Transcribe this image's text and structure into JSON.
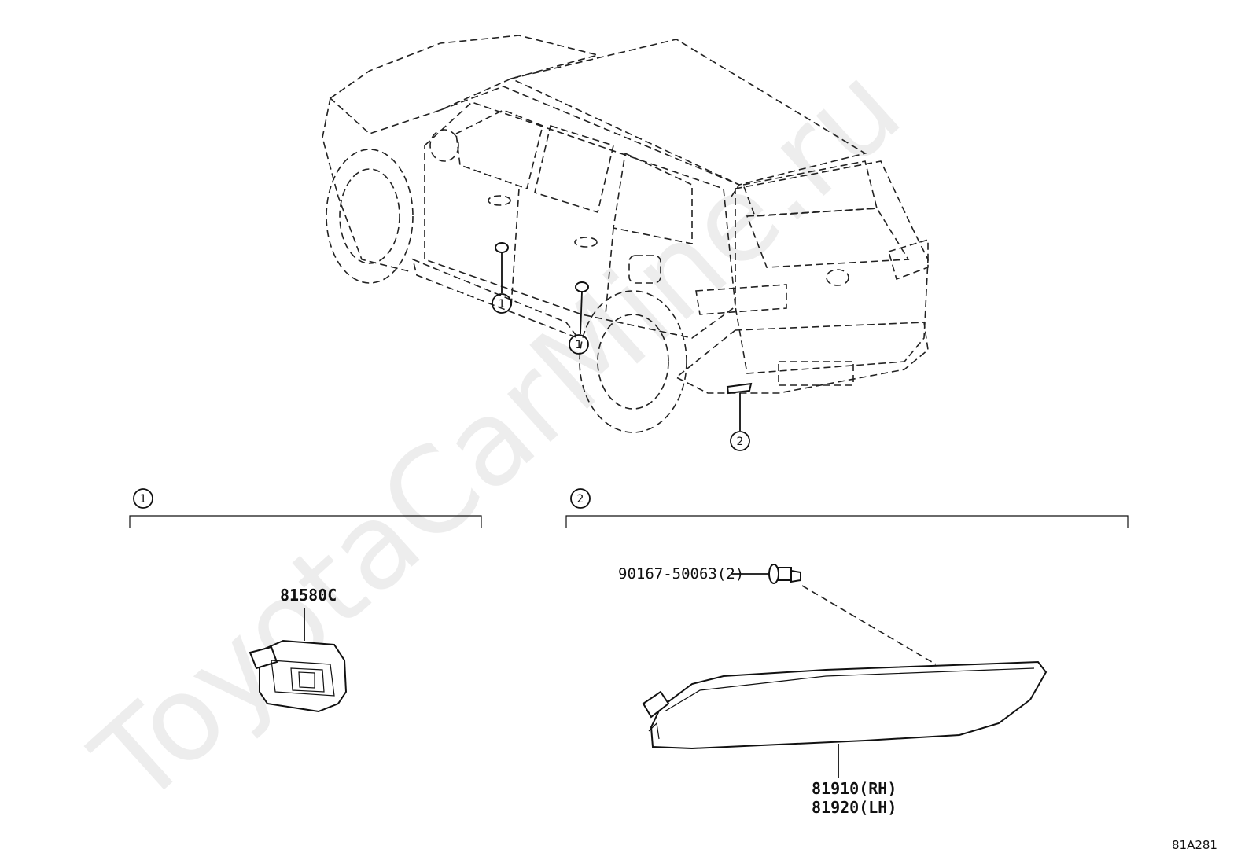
{
  "watermark": "ToyotaCarMine.ru",
  "callouts": {
    "c1": "1",
    "c2": "2"
  },
  "sections": [
    {
      "id": "1",
      "parts": [
        {
          "code": "81580C"
        }
      ]
    },
    {
      "id": "2",
      "parts": [
        {
          "code": "90167-50063(2)"
        },
        {
          "code": "81910(RH)"
        },
        {
          "code": "81920(LH)"
        }
      ]
    }
  ],
  "diagram_id": "81A281"
}
